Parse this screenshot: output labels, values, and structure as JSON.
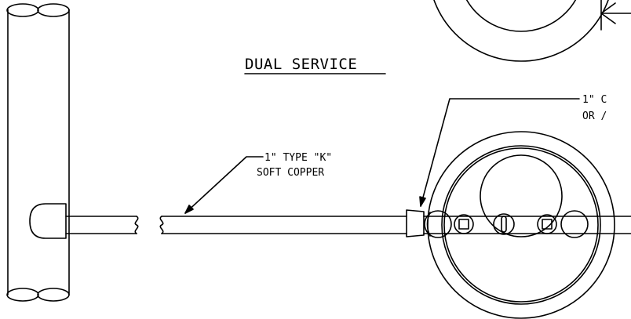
{
  "title": "DUAL SERVICE",
  "callouts": [
    {
      "line1": "1\" TYPE \"K\"",
      "line2": "SOFT COPPER"
    },
    {
      "line1": "1\" C",
      "line2": "OR /"
    }
  ],
  "colors": {
    "ink": "#000000",
    "background": "#ffffff"
  }
}
